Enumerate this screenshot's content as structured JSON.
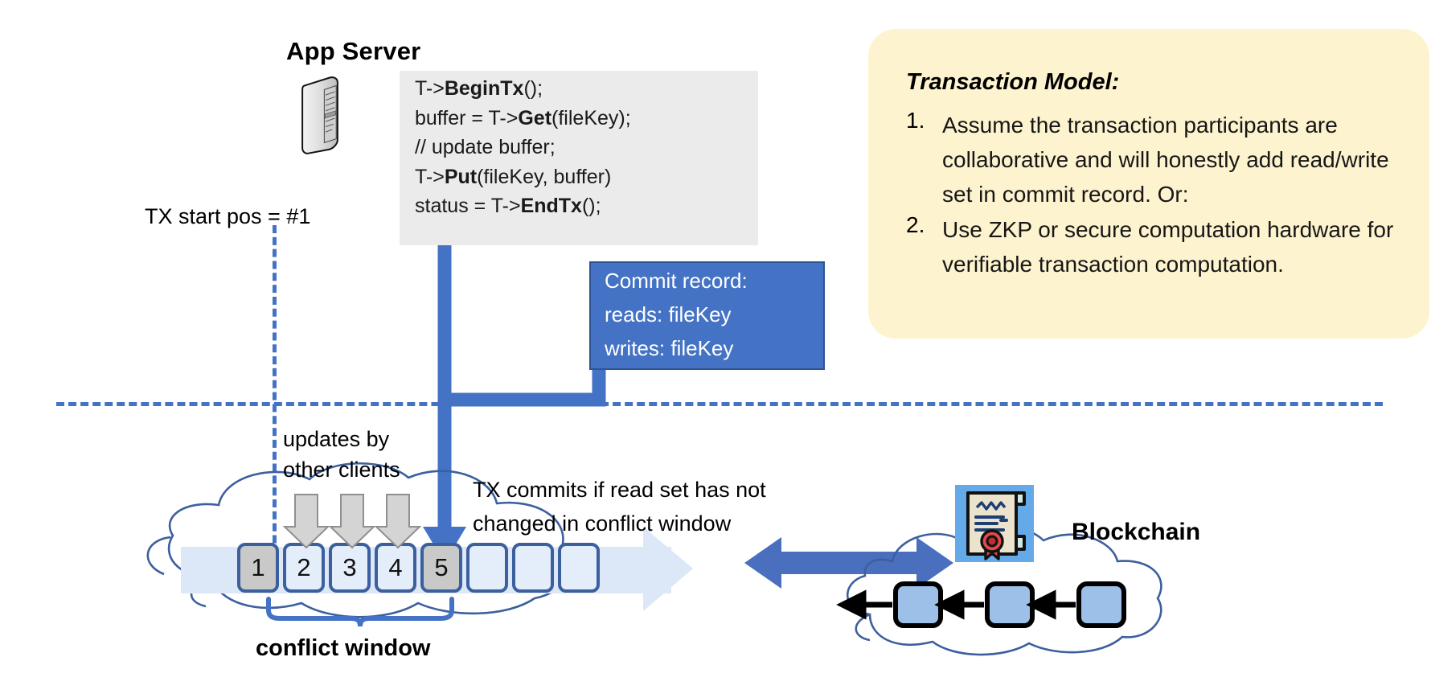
{
  "title": "Transactional append log over blockchain diagram",
  "app_server": {
    "title": "App Server",
    "icon": "server-tower-icon",
    "code_lines": [
      {
        "pre": "T->",
        "bold": "BeginTx",
        "post": "();"
      },
      {
        "pre": "buffer = T->",
        "bold": "Get",
        "post": "(fileKey);"
      },
      {
        "pre": "// update buffer;",
        "bold": "",
        "post": ""
      },
      {
        "pre": "T->",
        "bold": "Put",
        "post": "(fileKey, buffer)"
      },
      {
        "pre": "status = T->",
        "bold": "EndTx",
        "post": "();"
      }
    ]
  },
  "tx_start": {
    "label": "TX start pos = #1"
  },
  "commit_record": {
    "lines": [
      "Commit record:",
      "reads: fileKey",
      "writes: fileKey"
    ],
    "fill_color": "#4472c4",
    "text_color": "#ffffff"
  },
  "transaction_model": {
    "title": "Transaction Model:",
    "bg_color": "#fdf3cf",
    "items": [
      {
        "num": "1.",
        "text": "Assume the transaction participants are collaborative and will honestly add read/write set in commit record.  Or:"
      },
      {
        "num": "2.",
        "text": "Use ZKP or secure computation hardware for verifiable transaction computation."
      }
    ]
  },
  "log": {
    "updates_label": "updates by\nother clients",
    "updates_label_line1": "updates by",
    "updates_label_line2": "other clients",
    "commit_note_line1": "TX commits if read set has not",
    "commit_note_line2": "changed in conflict window",
    "conflict_window_label": "conflict window",
    "blocks": [
      {
        "label": "1",
        "state": "filled"
      },
      {
        "label": "2",
        "state": "empty"
      },
      {
        "label": "3",
        "state": "empty"
      },
      {
        "label": "4",
        "state": "empty"
      },
      {
        "label": "5",
        "state": "filled"
      },
      {
        "label": "",
        "state": "empty"
      },
      {
        "label": "",
        "state": "empty"
      },
      {
        "label": "",
        "state": "empty"
      }
    ],
    "update_arrow_count": 3,
    "commit_arrow_target_block": "5"
  },
  "blockchain": {
    "label": "Blockchain",
    "certificate_icon": "certificate-seal-icon",
    "chain_block_count": 3,
    "link_arrow_direction": "left"
  },
  "colors": {
    "accent_blue": "#4472c4",
    "dark_blue_outline": "#3c5f9e",
    "cloud_stroke": "#3c5f9e",
    "block_fill": "#e4eefb",
    "block_filled": "#c9c9c9",
    "chain_block_fill": "#9dc0e8",
    "code_bg": "#ebebeb",
    "note_bg": "#fdf3cf"
  }
}
